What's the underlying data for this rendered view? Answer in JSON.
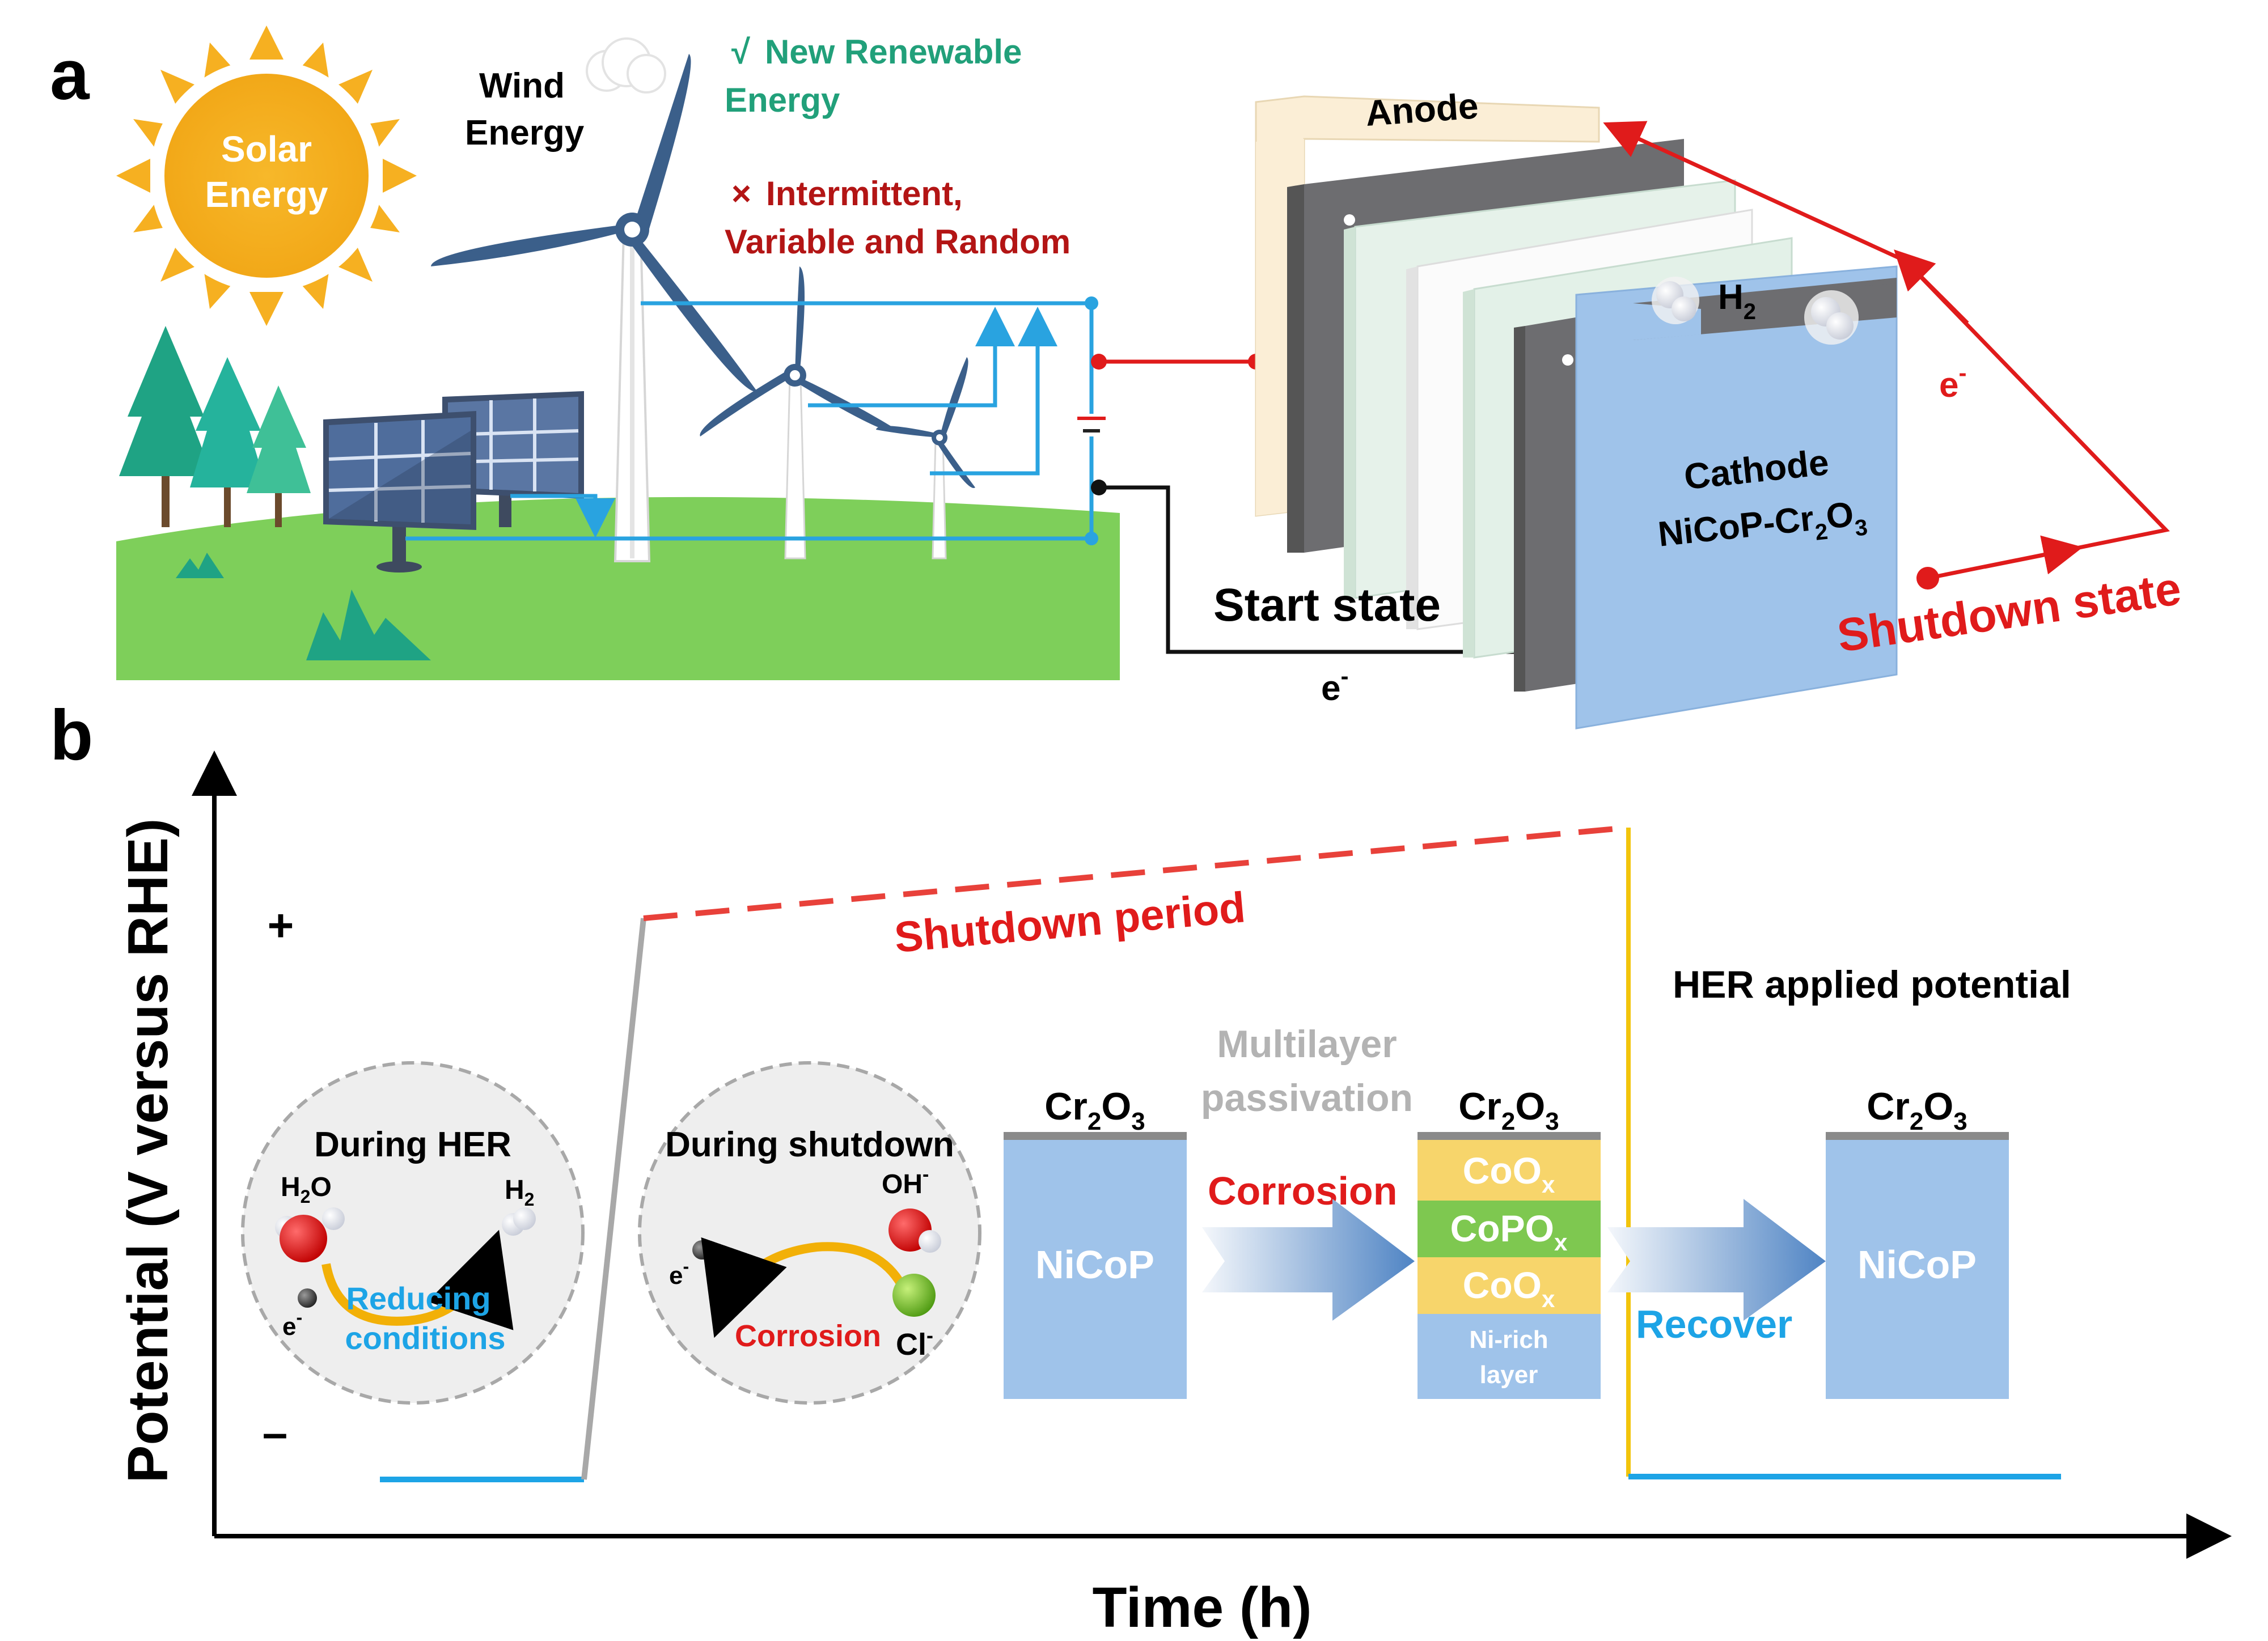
{
  "panel_a": {
    "label": "a",
    "solar_line1": "Solar",
    "solar_line2": "Energy",
    "wind_line1": "Wind",
    "wind_line2": "Energy",
    "new_renewable_mark": "√",
    "new_renewable_line1": "New Renewable",
    "new_renewable_line2": "Energy",
    "intermittent_mark": "×",
    "intermittent_line1": "Intermittent,",
    "intermittent_line2": "Variable and Random",
    "anode": "Anode",
    "h2": "H",
    "h2_sub": "2",
    "cathode_line1": "Cathode",
    "cathode_line2_pre": "NiCoP-Cr",
    "cathode_sub1": "2",
    "cathode_mid": "O",
    "cathode_sub2": "3",
    "electron_right": "e",
    "electron_right_sup": "-",
    "start_state": "Start state",
    "electron_bottom": "e",
    "electron_bottom_sup": "-",
    "shutdown_state": "Shutdown state",
    "battery_sign": "−",
    "colors": {
      "solar": "#f6b021",
      "sky_blue_wire": "#29a3e0",
      "red_wire": "#e01b1b",
      "grass": "#7ecf5a",
      "turbine_blade": "#3b5f8a",
      "cathode": "#9fc3ea",
      "anode": "#fbeed6"
    }
  },
  "panel_b": {
    "label": "b",
    "y_axis_label": "Potential (V versus RHE)",
    "x_axis_label": "Time (h)",
    "plus": "+",
    "minus": "–",
    "shutdown_period": "Shutdown period",
    "her_applied": "HER applied potential",
    "circle1": {
      "title": "During HER",
      "h2o": "H",
      "h2o_sub": "2",
      "h2o_end": "O",
      "h2": "H",
      "h2_sub": "2",
      "electron": "e",
      "electron_sup": "-",
      "line1": "Reducing",
      "line2": "conditions"
    },
    "circle2": {
      "title": "During shutdown",
      "oh": "OH",
      "oh_sup": "-",
      "electron": "e",
      "electron_sup": "-",
      "corrosion": "Corrosion",
      "cl": "Cl",
      "cl_sup": "-"
    },
    "block1": {
      "top_pre": "Cr",
      "top_sub1": "2",
      "top_mid": "O",
      "top_sub2": "3",
      "body": "NiCoP"
    },
    "multilayer_line1": "Multilayer",
    "multilayer_line2": "passivation",
    "corrosion_arrow": "Corrosion",
    "block2": {
      "top_pre": "Cr",
      "top_sub1": "2",
      "top_mid": "O",
      "top_sub2": "3",
      "layer1": "CoO",
      "layer1_sub": "x",
      "layer2": "CoPO",
      "layer2_sub": "x",
      "layer3": "CoO",
      "layer3_sub": "x",
      "bottom_line1": "Ni-rich",
      "bottom_line2": "layer"
    },
    "recover": "Recover",
    "block3": {
      "top_pre": "Cr",
      "top_sub1": "2",
      "top_mid": "O",
      "top_sub2": "3",
      "body": "NiCoP"
    },
    "colors": {
      "dashed_red": "#e8413a",
      "her_line": "#1da4e6",
      "yellow_line": "#f2c40c",
      "block_blue": "#9fc3ea",
      "coo": "#f7d56b",
      "copo": "#7ec850"
    }
  }
}
